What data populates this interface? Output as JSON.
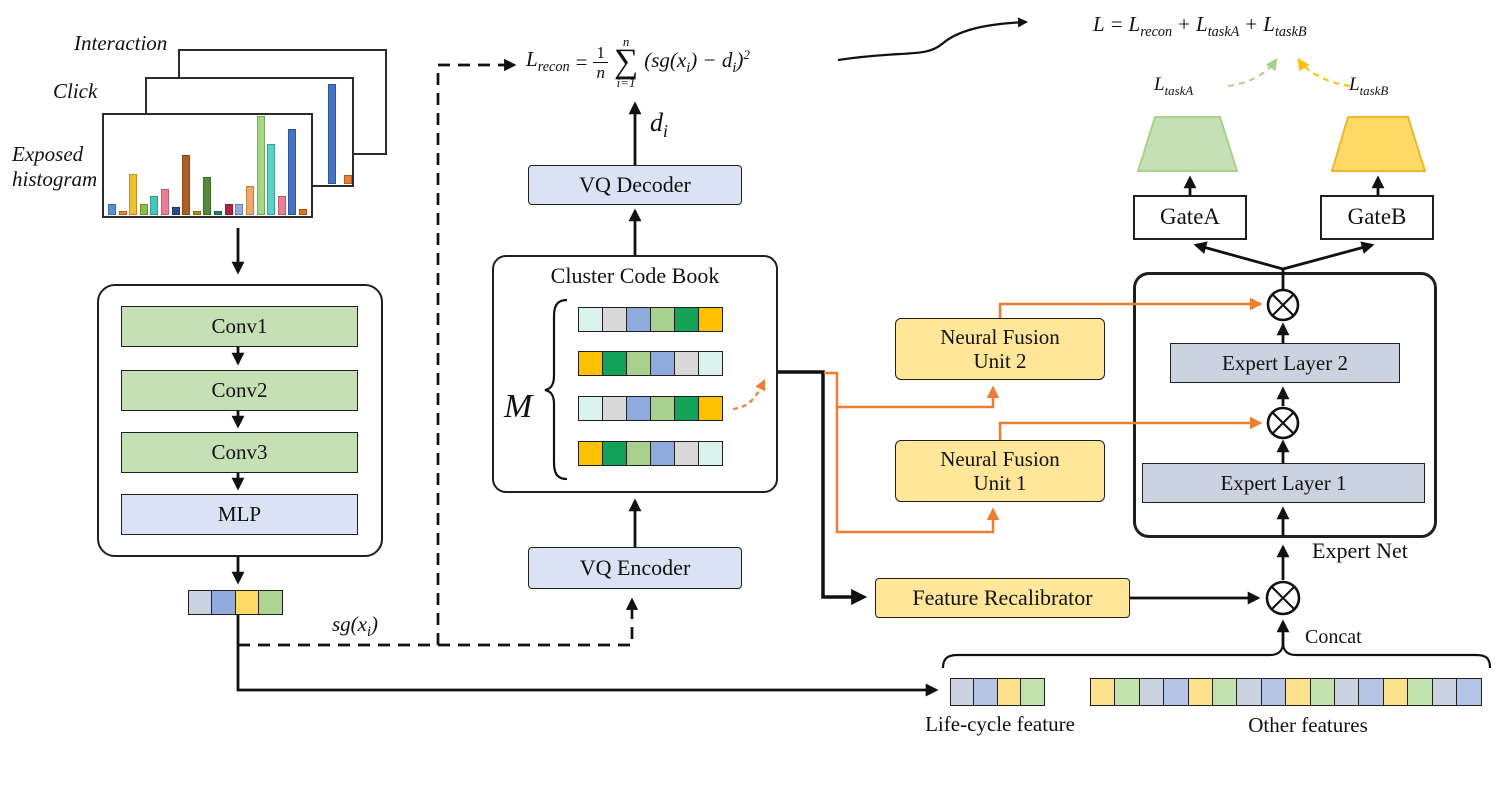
{
  "windows": {
    "interaction": "Interaction",
    "click": "Click",
    "exposed_line1": "Exposed",
    "exposed_line2": "histogram"
  },
  "encoder_stack": {
    "conv1": "Conv1",
    "conv2": "Conv2",
    "conv3": "Conv3",
    "mlp": "MLP"
  },
  "vq": {
    "decoder": "VQ Decoder",
    "encoder": "VQ Encoder",
    "codebook_title": "Cluster Code Book",
    "codebook_brace": "M"
  },
  "fusion": {
    "unit2_line1": "Neural Fusion",
    "unit2_line2": "Unit 2",
    "unit1_line1": "Neural Fusion",
    "unit1_line2": "Unit 1",
    "recalibrator": "Feature Recalibrator"
  },
  "expert": {
    "layer2": "Expert Layer 2",
    "layer1": "Expert Layer 1",
    "net": "Expert Net",
    "gateA": "GateA",
    "gateB": "GateB"
  },
  "formulas": {
    "recon": {
      "L": "L",
      "sub": "recon",
      "eq": "=",
      "num": "1",
      "den": "n",
      "sum_upper": "n",
      "sigma": "∑",
      "sum_lower": "i=1",
      "t1": "(sg(x",
      "t1s": "i",
      "t2": ") − d",
      "t2s": "i",
      "t3": ")",
      "pow": "2"
    },
    "total": {
      "a": "L",
      "eq": "=",
      "b": "L",
      "bs": "recon",
      "p1": "+",
      "c": "L",
      "cs": "taskA",
      "p2": "+",
      "d": "L",
      "ds": "taskB"
    },
    "di": {
      "d": "d",
      "s": "i"
    },
    "sg": {
      "t1": "sg(x",
      "s": "i",
      "t2": ")"
    },
    "taskA": {
      "L": "L",
      "s": "taskA"
    },
    "taskB": {
      "L": "L",
      "s": "taskB"
    }
  },
  "bottom": {
    "concat": "Concat",
    "lifecycle": "Life-cycle feature",
    "other": "Other features"
  },
  "palette": {
    "box_green": "#c5e0b4",
    "box_blue": "#dae3f3",
    "box_steel": "#ccd3e0",
    "box_yellow": "#ffe699",
    "orange_line": "#ed7d31",
    "trap_green_fill": "#c5e0b4",
    "trap_green_border": "#a9d18e",
    "trap_yellow_fill": "#ffd966",
    "trap_yellow_border": "#eab734",
    "loss_green_dash": "#a9d18e",
    "loss_amber_dash": "#ffc000"
  },
  "codebook_rows": [
    [
      "#d9f2ee",
      "#d9d9d9",
      "#8faadc",
      "#a9d18e",
      "#12a358",
      "#ffc000"
    ],
    [
      "#ffc000",
      "#12a358",
      "#a9d18e",
      "#8faadc",
      "#d9d9d9",
      "#d9f2ee"
    ],
    [
      "#d9f2ee",
      "#d9d9d9",
      "#8faadc",
      "#a9d18e",
      "#12a358",
      "#ffc000"
    ],
    [
      "#ffc000",
      "#12a358",
      "#a9d18e",
      "#8faadc",
      "#d9d9d9",
      "#d9f2ee"
    ]
  ],
  "vector_strip": [
    "#ccd3e0",
    "#92aadc",
    "#ffd966",
    "#aed494"
  ],
  "lifecycle_strip": [
    "#ccd3e0",
    "#b4c5e8",
    "#fce28c",
    "#c2e2ae"
  ],
  "other_strip": [
    "#fce28c",
    "#c2e2ae",
    "#ccd3e0",
    "#b4c5e8",
    "#fce28c",
    "#c2e2ae",
    "#ccd3e0",
    "#b4c5e8",
    "#fce28c",
    "#c2e2ae",
    "#ccd3e0",
    "#b4c5e8",
    "#fce28c",
    "#c2e2ae",
    "#ccd3e0",
    "#b4c5e8"
  ],
  "exposed_bars": [
    {
      "c": "#5b8fd4",
      "h": 11
    },
    {
      "c": "#ed7d31",
      "h": 4
    },
    {
      "c": "#f2c02c",
      "h": 41
    },
    {
      "c": "#8fbc4a",
      "h": 11
    },
    {
      "c": "#45c8c0",
      "h": 19
    },
    {
      "c": "#ee7e95",
      "h": 26
    },
    {
      "c": "#2e4a86",
      "h": 8
    },
    {
      "c": "#b15f1e",
      "h": 60
    },
    {
      "c": "#a89510",
      "h": 4
    },
    {
      "c": "#55883b",
      "h": 38
    },
    {
      "c": "#18876b",
      "h": 4
    },
    {
      "c": "#ab2740",
      "h": 11
    },
    {
      "c": "#93abdf",
      "h": 11
    },
    {
      "c": "#f0a868",
      "h": 29
    },
    {
      "c": "#a2d87e",
      "h": 99
    },
    {
      "c": "#56d3c5",
      "h": 71
    },
    {
      "c": "#ee7e95",
      "h": 19
    },
    {
      "c": "#4472c4",
      "h": 86
    },
    {
      "c": "#e2701d",
      "h": 6
    }
  ],
  "click_bars": [
    {
      "c": "#4472c4",
      "h": 100
    },
    {
      "c": "#ed7d31",
      "h": 9
    }
  ]
}
